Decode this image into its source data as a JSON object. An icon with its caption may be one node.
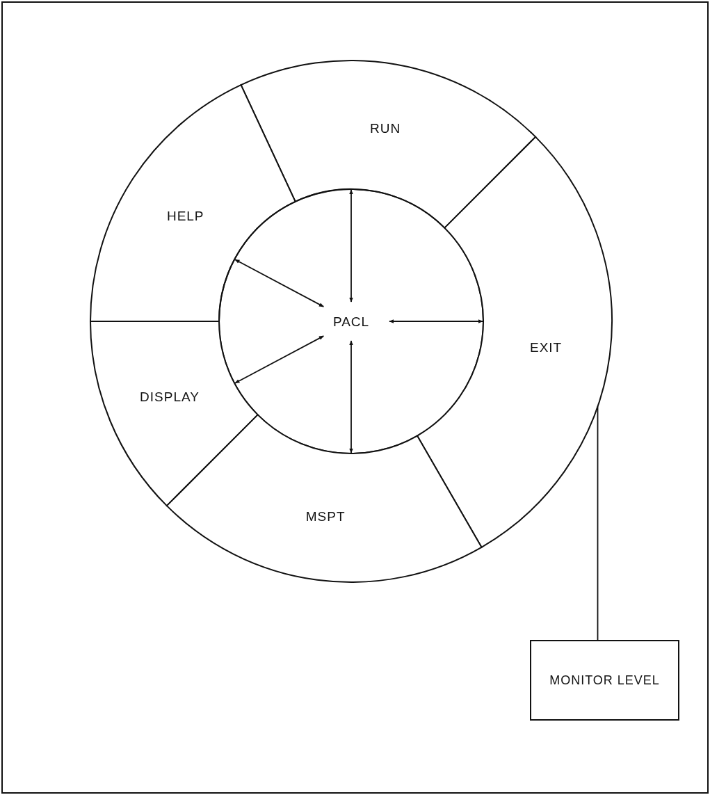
{
  "diagram": {
    "nodes": [
      {
        "text": [
          "RUN"
        ]
      },
      {
        "text": [
          "HELP"
        ]
      },
      {
        "text": [
          "PACL"
        ]
      },
      {
        "text": [
          "EXIT"
        ]
      },
      {
        "text": [
          "DISPLAY"
        ]
      },
      {
        "text": [
          "MSPT"
        ]
      },
      {
        "text": [
          "MONITOR LEVEL"
        ]
      }
    ],
    "edges": [
      {
        "from": 2,
        "to": 0,
        "arrow": "both"
      },
      {
        "from": 2,
        "to": 1,
        "arrow": "both"
      },
      {
        "from": 2,
        "to": 3,
        "arrow": "both"
      },
      {
        "from": 2,
        "to": 4,
        "arrow": "both"
      },
      {
        "from": 2,
        "to": 5,
        "arrow": "both"
      },
      {
        "from": 3,
        "to": 6,
        "arrow": "none"
      }
    ]
  }
}
